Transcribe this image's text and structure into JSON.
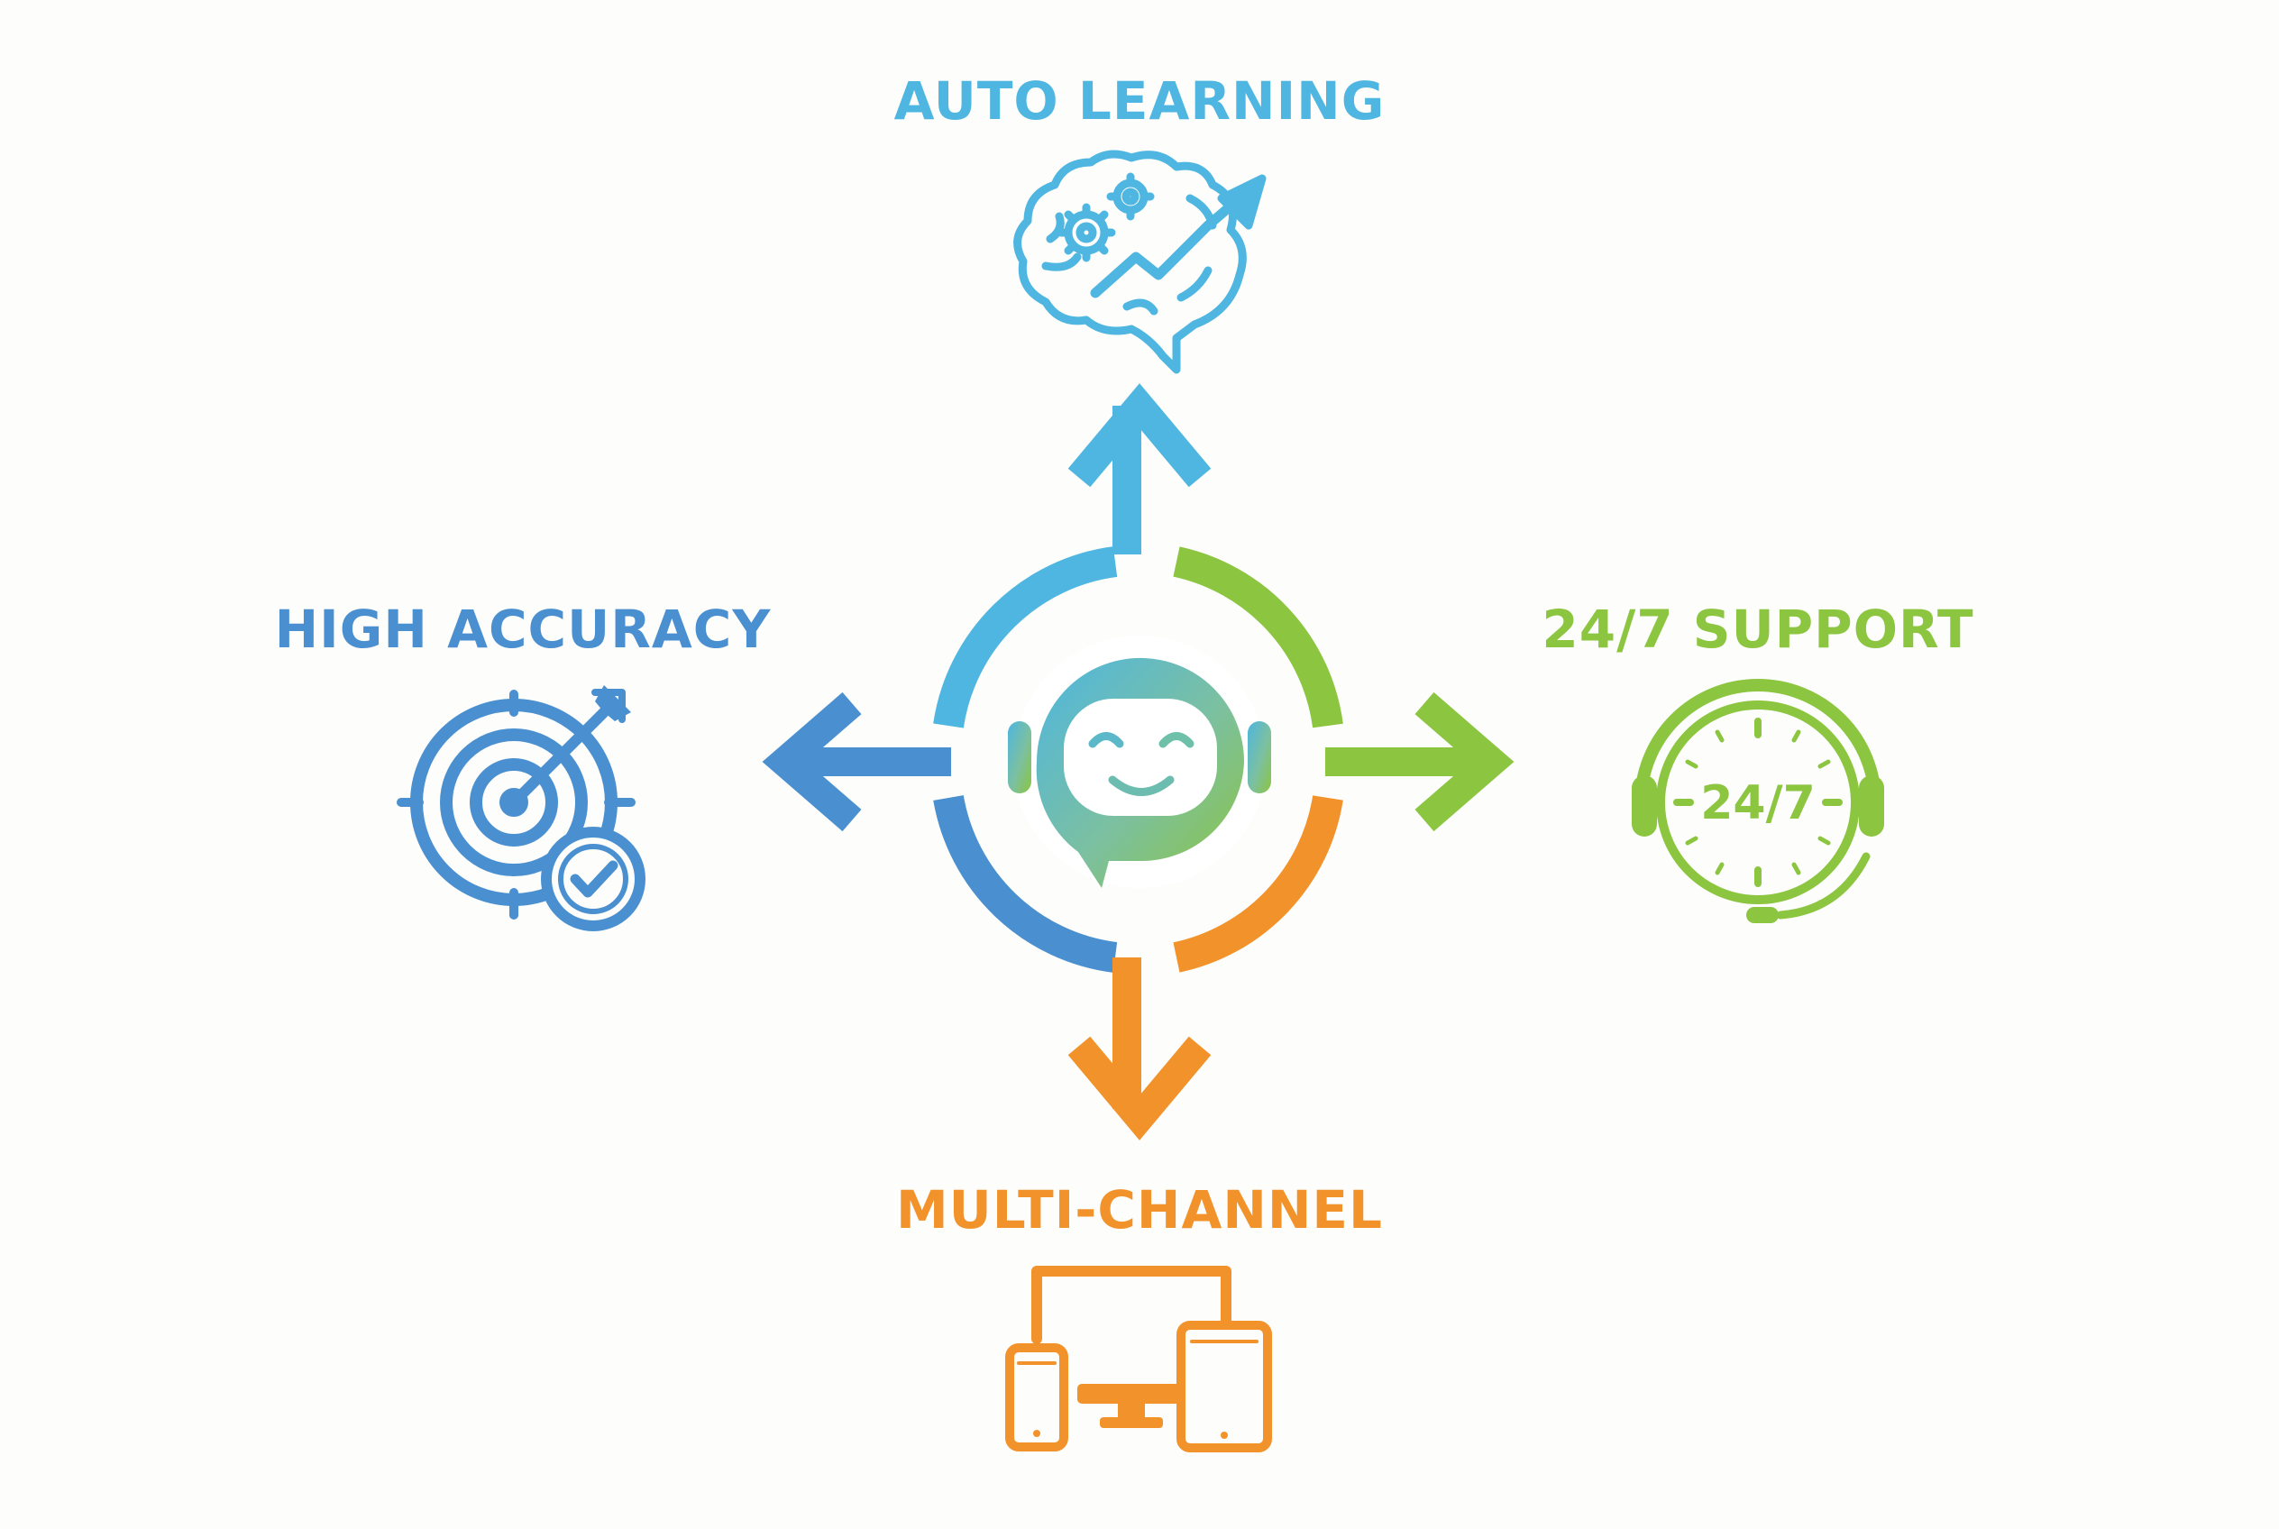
{
  "colors": {
    "blue": "#4a90d0",
    "sky": "#4eb6e0",
    "green": "#8cc540",
    "orange": "#f2922a"
  },
  "center": {
    "icon": "chatbot-face-icon"
  },
  "features": {
    "top": {
      "label": "AUTO LEARNING",
      "icon": "brain-gears-growth-icon",
      "color": "#4eb6e0"
    },
    "left": {
      "label": "HIGH ACCURACY",
      "icon": "target-check-icon",
      "color": "#4a90d0"
    },
    "right": {
      "label": "24/7 SUPPORT",
      "icon": "clock-headset-icon",
      "color": "#8cc540",
      "badge": "24/7"
    },
    "bottom": {
      "label": "MULTI-CHANNEL",
      "icon": "devices-icon",
      "color": "#f2922a"
    }
  }
}
